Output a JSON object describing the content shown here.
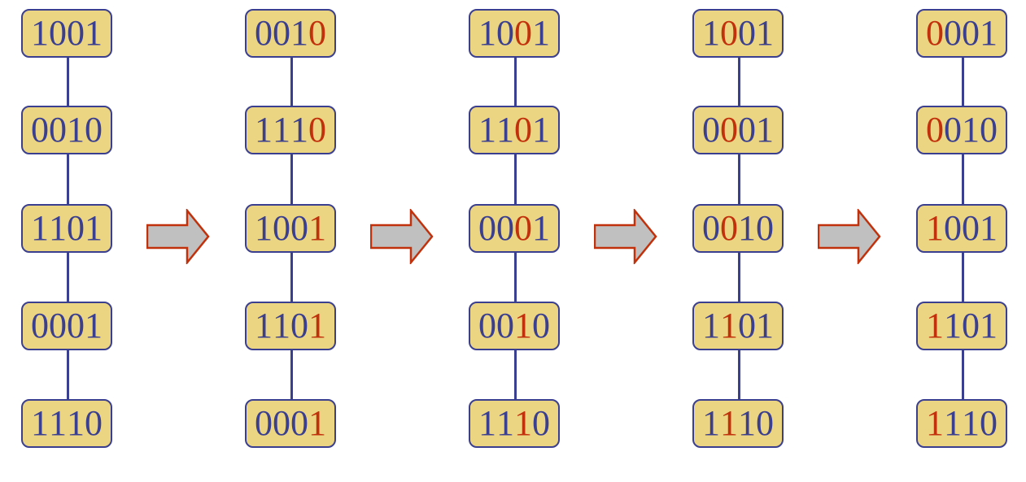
{
  "colors": {
    "node_fill": "#ecd582",
    "node_border": "#3b3f8f",
    "connector": "#3b3f8f",
    "bit_normal": "#3b3f8f",
    "bit_highlight": "#c0310c",
    "arrow_fill": "#c0c0c0",
    "arrow_stroke": "#c0310c"
  },
  "columns": [
    {
      "nodes": [
        {
          "bits": "1001",
          "highlight": []
        },
        {
          "bits": "0010",
          "highlight": []
        },
        {
          "bits": "1101",
          "highlight": []
        },
        {
          "bits": "0001",
          "highlight": []
        },
        {
          "bits": "1110",
          "highlight": []
        }
      ]
    },
    {
      "nodes": [
        {
          "bits": "0010",
          "highlight": [
            3
          ]
        },
        {
          "bits": "1110",
          "highlight": [
            3
          ]
        },
        {
          "bits": "1001",
          "highlight": [
            3
          ]
        },
        {
          "bits": "1101",
          "highlight": [
            3
          ]
        },
        {
          "bits": "0001",
          "highlight": [
            3
          ]
        }
      ]
    },
    {
      "nodes": [
        {
          "bits": "1001",
          "highlight": [
            2
          ]
        },
        {
          "bits": "1101",
          "highlight": [
            2
          ]
        },
        {
          "bits": "0001",
          "highlight": [
            2
          ]
        },
        {
          "bits": "0010",
          "highlight": [
            2
          ]
        },
        {
          "bits": "1110",
          "highlight": [
            2
          ]
        }
      ]
    },
    {
      "nodes": [
        {
          "bits": "1001",
          "highlight": [
            1
          ]
        },
        {
          "bits": "0001",
          "highlight": [
            1
          ]
        },
        {
          "bits": "0010",
          "highlight": [
            1
          ]
        },
        {
          "bits": "1101",
          "highlight": [
            1
          ]
        },
        {
          "bits": "1110",
          "highlight": [
            1
          ]
        }
      ]
    },
    {
      "nodes": [
        {
          "bits": "0001",
          "highlight": [
            0
          ]
        },
        {
          "bits": "0010",
          "highlight": [
            0
          ]
        },
        {
          "bits": "1001",
          "highlight": [
            0
          ]
        },
        {
          "bits": "1101",
          "highlight": [
            0
          ]
        },
        {
          "bits": "1110",
          "highlight": [
            0
          ]
        }
      ]
    }
  ],
  "arrows": [
    {
      "icon": "right-arrow-icon"
    },
    {
      "icon": "right-arrow-icon"
    },
    {
      "icon": "right-arrow-icon"
    },
    {
      "icon": "right-arrow-icon"
    }
  ]
}
